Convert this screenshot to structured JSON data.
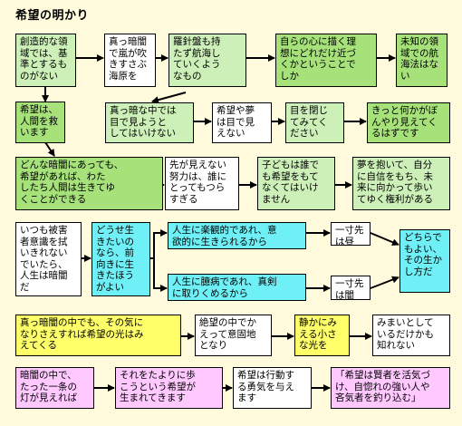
{
  "title": "希望の明かり",
  "colors": {
    "green": "#a6e17a",
    "light_green": "#cdf0b8",
    "white": "#ffffff",
    "cyan": "#6ff0f6",
    "yellow": "#ffff6a",
    "pink": "#ffc9ff",
    "background": "#fffbdc"
  },
  "boxes": {
    "r1": [
      "創造的な領\n域では、基\n準とするも\nのがない",
      "真っ暗闇\nで嵐が吹\nきすさぶ\n海原を",
      "羅針盤も持\nたず航海し\nていくよう\nなもの",
      "自らの心に描く理\n想にどれだけ近づ\nくかということで\nしか",
      "未知の領\n域での航\n海法はな\nい"
    ],
    "r2": [
      "希望は、\n人間を救\nいます",
      "真っ暗な中では\n目で見ようと\nしてはいけない",
      "希望や夢\nは目で見\nえない",
      "目を閉じ\nてみてく\nださい",
      "きっと何かがぼ\nんやり見えてく\nるはずです"
    ],
    "r3": [
      "どんな暗闇にあっても、\n希望があれば、わた\nしたち人間は生きてゆ\nくことができる",
      "先が見えない\n努力は、誰に\nとってもつら\nすぎる",
      "子どもは誰で\nも希望をもて\nなくてはいけ\nません",
      "夢を抱いて、自分\nに自信をもち、未\n来に向かって歩い\nてゆく権利がある"
    ],
    "r4": [
      "いつも被害\n者意識を拭\nいきれない\nでいたら、\n人生は暗闇\nだ",
      "どうせ生\nきたいの\nなら、前\n向きに生\nきたほう\nがよい",
      "人生に楽観的であれ、意\n欲的に生きられるから",
      "人生に臆病であれ、真剣\nに取りくめるから",
      "一寸先\nは昼",
      "一寸先\nは闇",
      "どちらで\nもよい、\nその生か\nし方だ"
    ],
    "r5": [
      "真っ暗闇の中でも、その気に\nなりさえすれば希望の光はみ\nえてくる",
      "絶望の中でか\nえって意固地\nとなり",
      "静かにみ\nえる小さ\nな光を",
      "みまいとして\nいるだけかも\n知れない"
    ],
    "r6": [
      "暗闇の中で、\nたった一条の\n灯が見えれば",
      "それをたよりに歩\nこうという希望が\n生まれてきます",
      "希望は行動す\nる勇気を与え\nます",
      "「希望は賢者を活気づ\nけ、自惚れの強い人や\n吝気者を釣り込む」"
    ]
  }
}
